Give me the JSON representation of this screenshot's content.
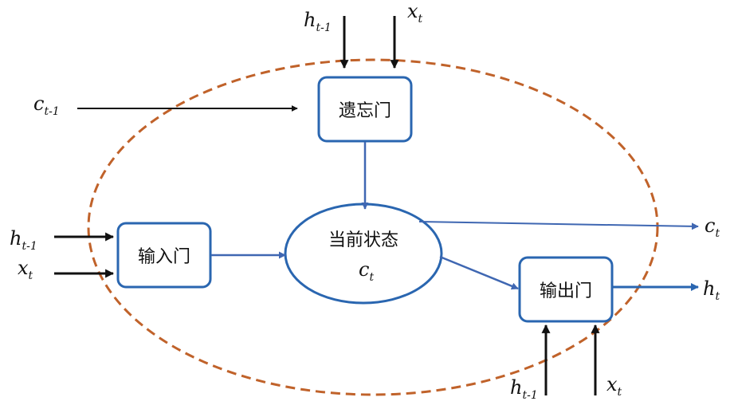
{
  "colors": {
    "boundary": "#c0622a",
    "gate_border": "#2a66b0",
    "flow_arrow": "#3f67b2",
    "input_arrow": "#111111",
    "output_arrow": "#2a66b0",
    "text": "#111111"
  },
  "gates": {
    "forget": "遗忘门",
    "input": "输入门",
    "output": "输出门"
  },
  "state": {
    "label": "当前状态",
    "symbol": "c",
    "symbol_sub": "t"
  },
  "variables": {
    "forget_h_main": "h",
    "forget_h_sub": "t-1",
    "forget_x_main": "x",
    "forget_x_sub": "t",
    "cell_prev_main": "c",
    "cell_prev_sub": "t-1",
    "input_h_main": "h",
    "input_h_sub": "t-1",
    "input_x_main": "x",
    "input_x_sub": "t",
    "cell_out_main": "c",
    "cell_out_sub": "t",
    "hidden_out_main": "h",
    "hidden_out_sub": "t",
    "output_h_main": "h",
    "output_h_sub": "t-1",
    "output_x_main": "x",
    "output_x_sub": "t"
  }
}
